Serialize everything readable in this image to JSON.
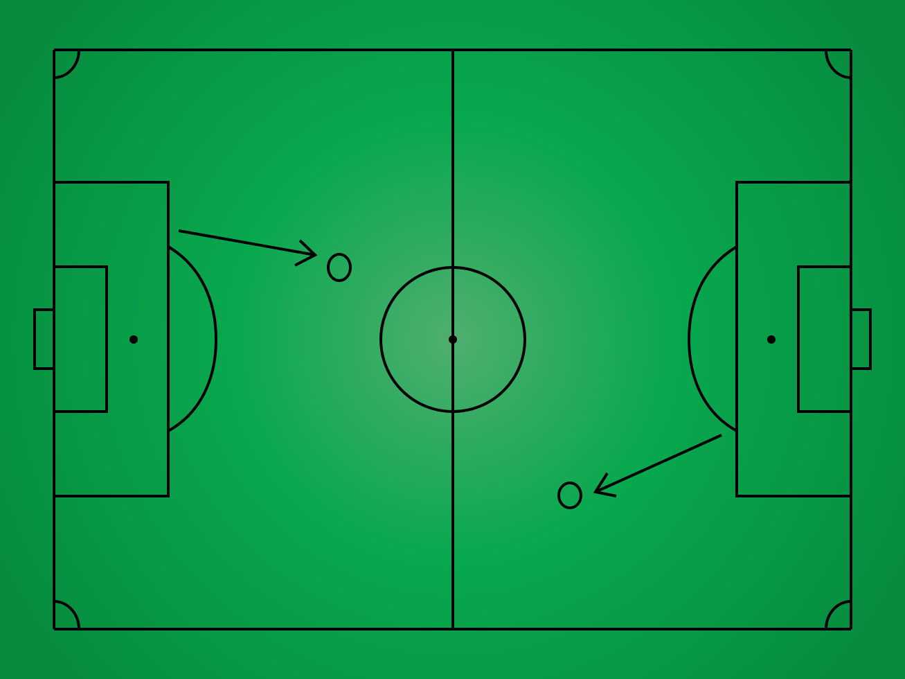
{
  "diagram": {
    "type": "football-pitch-tactics-board",
    "background": {
      "center_color": "#4fae6f",
      "mid_color": "#08a84e",
      "edge_color": "#078a3e"
    },
    "line_color": "#000000",
    "markings": [
      "touchline-top",
      "touchline-bottom",
      "goal-line-left",
      "goal-line-right",
      "halfway-line",
      "center-circle",
      "center-spot",
      "penalty-area-left",
      "penalty-area-right",
      "goal-area-left",
      "goal-area-right",
      "penalty-spot-left",
      "penalty-spot-right",
      "penalty-arc-left",
      "penalty-arc-right",
      "goal-left",
      "goal-right",
      "corner-arc-top-left",
      "corner-arc-top-right",
      "corner-arc-bottom-left",
      "corner-arc-bottom-right"
    ],
    "players": [
      {
        "id": "player-marker-left",
        "shape": "circle"
      },
      {
        "id": "player-marker-right",
        "shape": "circle"
      }
    ],
    "movement_arrows": [
      {
        "id": "arrow-left",
        "from": "left-penalty-area",
        "to": "player-marker-left"
      },
      {
        "id": "arrow-right",
        "from": "right-penalty-area",
        "to": "player-marker-right"
      }
    ]
  }
}
